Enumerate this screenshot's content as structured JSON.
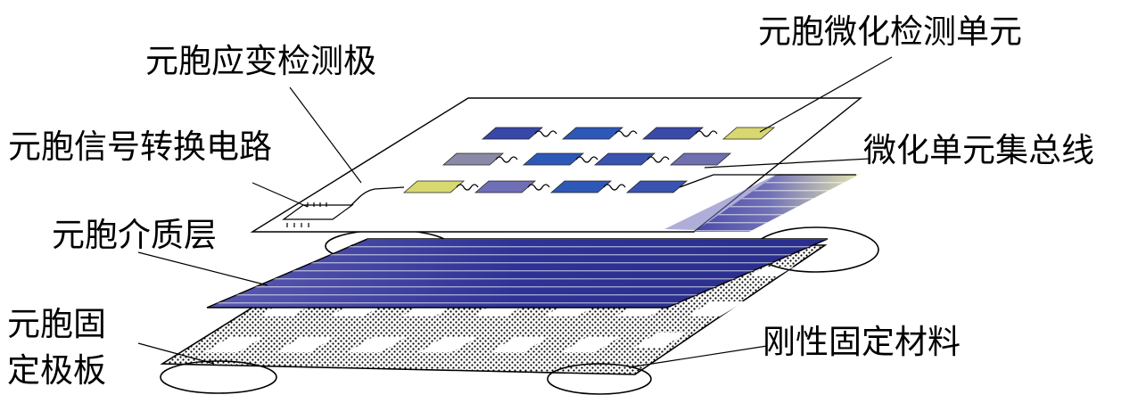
{
  "labels": {
    "micro_unit": "元胞微化检测单元",
    "strain_electrode": "元胞应变检测极",
    "signal_circuit": "元胞信号转换电路",
    "bus_line": "微化单元集总线",
    "dielectric_layer": "元胞介质层",
    "fixed_plate_line1": "元胞固",
    "fixed_plate_line2": "定极板",
    "rigid_material": "刚性固定材料"
  },
  "colors": {
    "cell_blue": "#3a52b0",
    "cell_purple": "#6f6fb0",
    "cell_yellow": "#d8d870",
    "cell_gray": "#8a8aa0",
    "dielectric_dark": "#34379a",
    "dielectric_light": "#e8e8b8",
    "dot_pattern": "#000000"
  }
}
